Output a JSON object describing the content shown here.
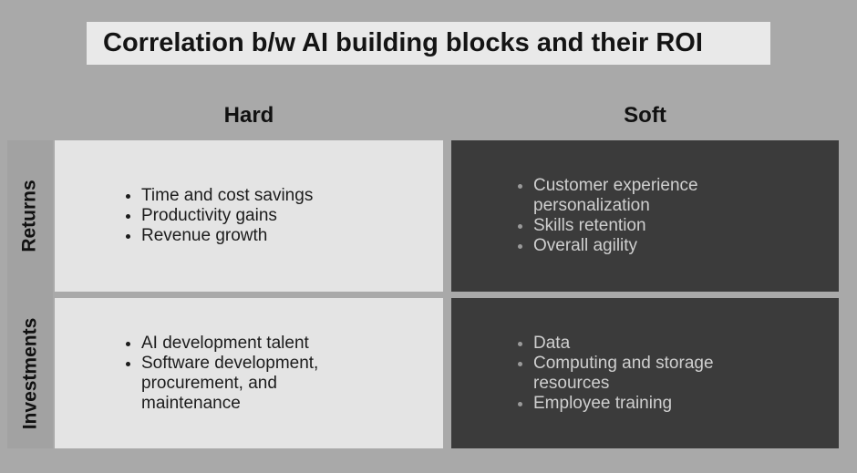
{
  "title": "Correlation b/w AI building blocks and their ROI",
  "columns": {
    "hard": "Hard",
    "soft": "Soft"
  },
  "rows": {
    "returns": "Returns",
    "investments": "Investments"
  },
  "cells": {
    "hard_returns": {
      "items": [
        "Time and cost savings",
        "Productivity gains",
        "Revenue growth"
      ]
    },
    "soft_returns": {
      "items": [
        "Customer experience personalization",
        "Skills retention",
        "Overall agility"
      ]
    },
    "hard_investments": {
      "items": [
        "AI development talent",
        "Software development, procurement, and maintenance"
      ]
    },
    "soft_investments": {
      "items": [
        "Data",
        "Computing and storage resources",
        "Employee training"
      ]
    }
  },
  "colors": {
    "background": "#a9a9a9",
    "title_box_bg": "#e9e9e9",
    "panel_light": "#e4e4e4",
    "panel_dark": "#3b3b3b",
    "text_on_light": "#1c1c1c",
    "text_on_dark": "#cfcfcf",
    "bullet_on_dark": "#9a9a9a"
  }
}
